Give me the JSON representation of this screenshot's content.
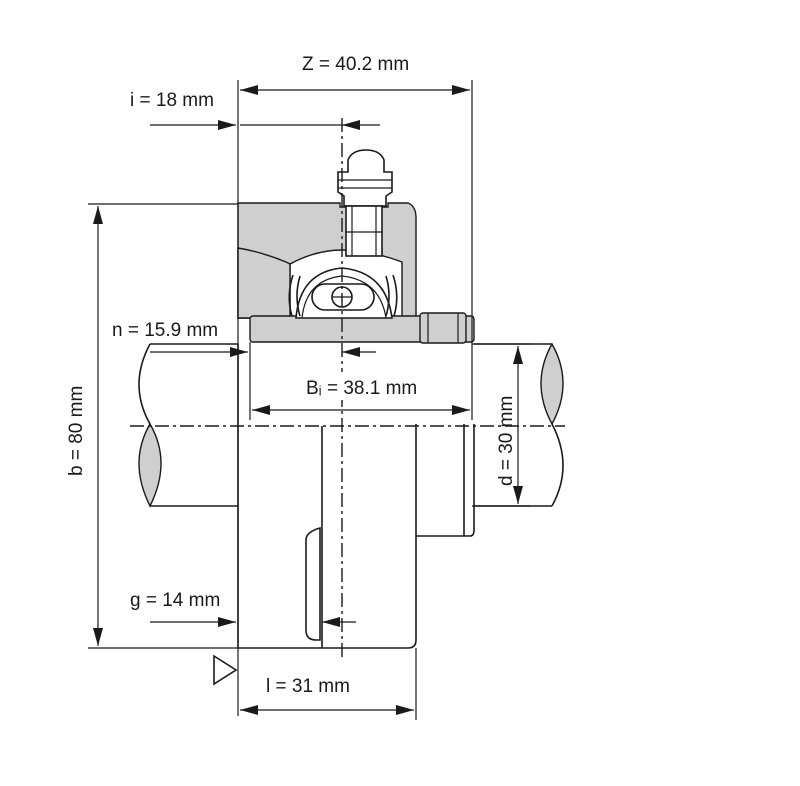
{
  "dimensions": {
    "Z": "Z = 40.2 mm",
    "i": "i = 18 mm",
    "n": "n = 15.9 mm",
    "Bi": "Bᵢ = 38.1 mm",
    "b": "b = 80 mm",
    "d": "d = 30 mm",
    "g": "g = 14 mm",
    "l": "l = 31 mm"
  },
  "colors": {
    "line": "#1a1a1a",
    "housing_fill": "#cfcfcf",
    "background": "#ffffff"
  }
}
